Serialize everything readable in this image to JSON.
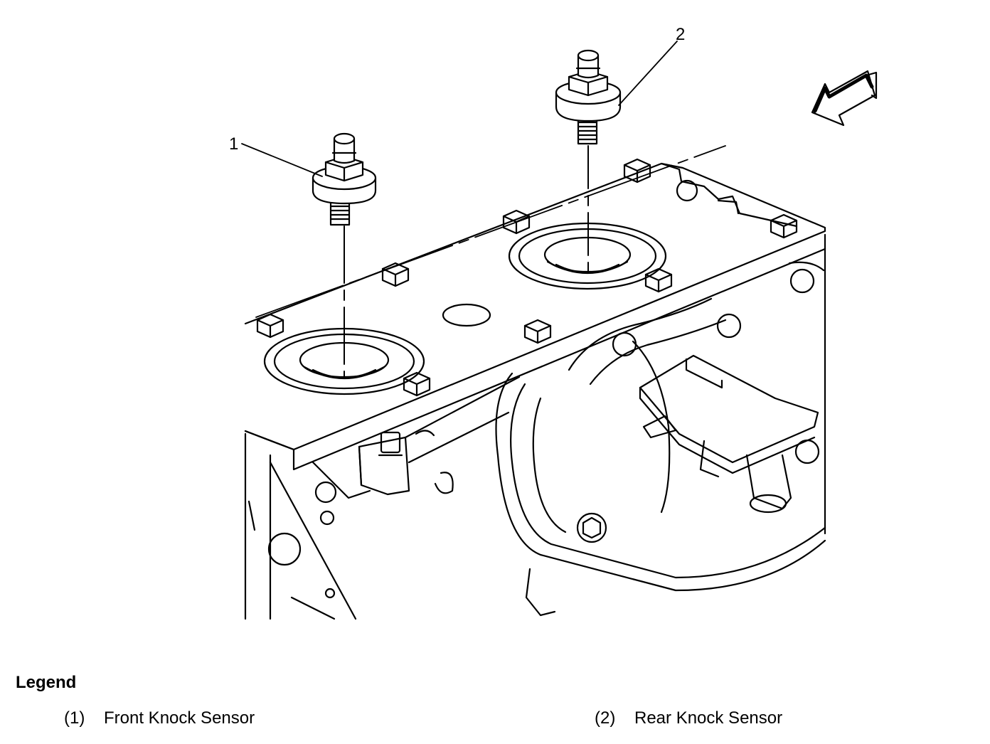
{
  "diagram": {
    "callouts": [
      "1",
      "2"
    ]
  },
  "legend": {
    "title": "Legend",
    "items": [
      {
        "number": "(1)",
        "label": "Front Knock Sensor"
      },
      {
        "number": "(2)",
        "label": "Rear Knock Sensor"
      }
    ]
  }
}
